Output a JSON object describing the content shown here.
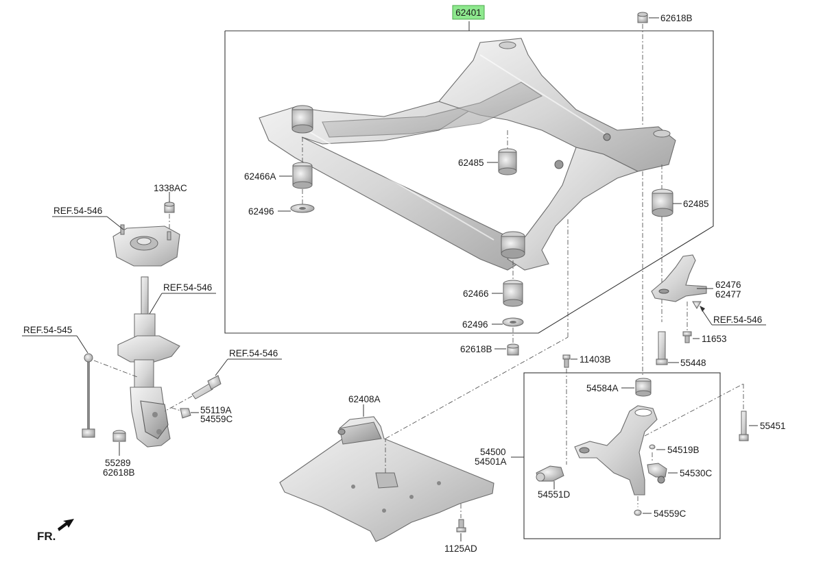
{
  "title_part": {
    "number": "62401",
    "highlight": "#8ee88e"
  },
  "labels": {
    "p62618B_top": "62618B",
    "p62485_a": "62485",
    "p62466A": "62466A",
    "p62496_a": "62496",
    "p62485_b": "62485",
    "p62466": "62466",
    "p62496_b": "62496",
    "p62618B_mid": "62618B",
    "p62476": "62476",
    "p62477": "62477",
    "p11653": "11653",
    "p55448": "55448",
    "p11403B": "11403B",
    "p54584A": "54584A",
    "p54500": "54500",
    "p54501A": "54501A",
    "p54519B": "54519B",
    "p54530C": "54530C",
    "p54551D": "54551D",
    "p54559C_r": "54559C",
    "p55451": "55451",
    "p62408A": "62408A",
    "p1125AD": "1125AD",
    "p1338AC": "1338AC",
    "p55119A": "55119A",
    "p54559C_l": "54559C",
    "p55289": "55289",
    "p62618B_l": "62618B"
  },
  "refs": {
    "ref_mount": "REF.54-546",
    "ref_strut": "REF.54-546",
    "ref_link": "REF.54-545",
    "ref_bolt": "REF.54-546",
    "ref_bracket": "REF.54-546"
  },
  "direction": {
    "label": "FR.",
    "icon": "arrow-icon"
  },
  "colors": {
    "metal_light": "#eeeeee",
    "metal_dark": "#b5b5b5",
    "line": "#333333"
  }
}
